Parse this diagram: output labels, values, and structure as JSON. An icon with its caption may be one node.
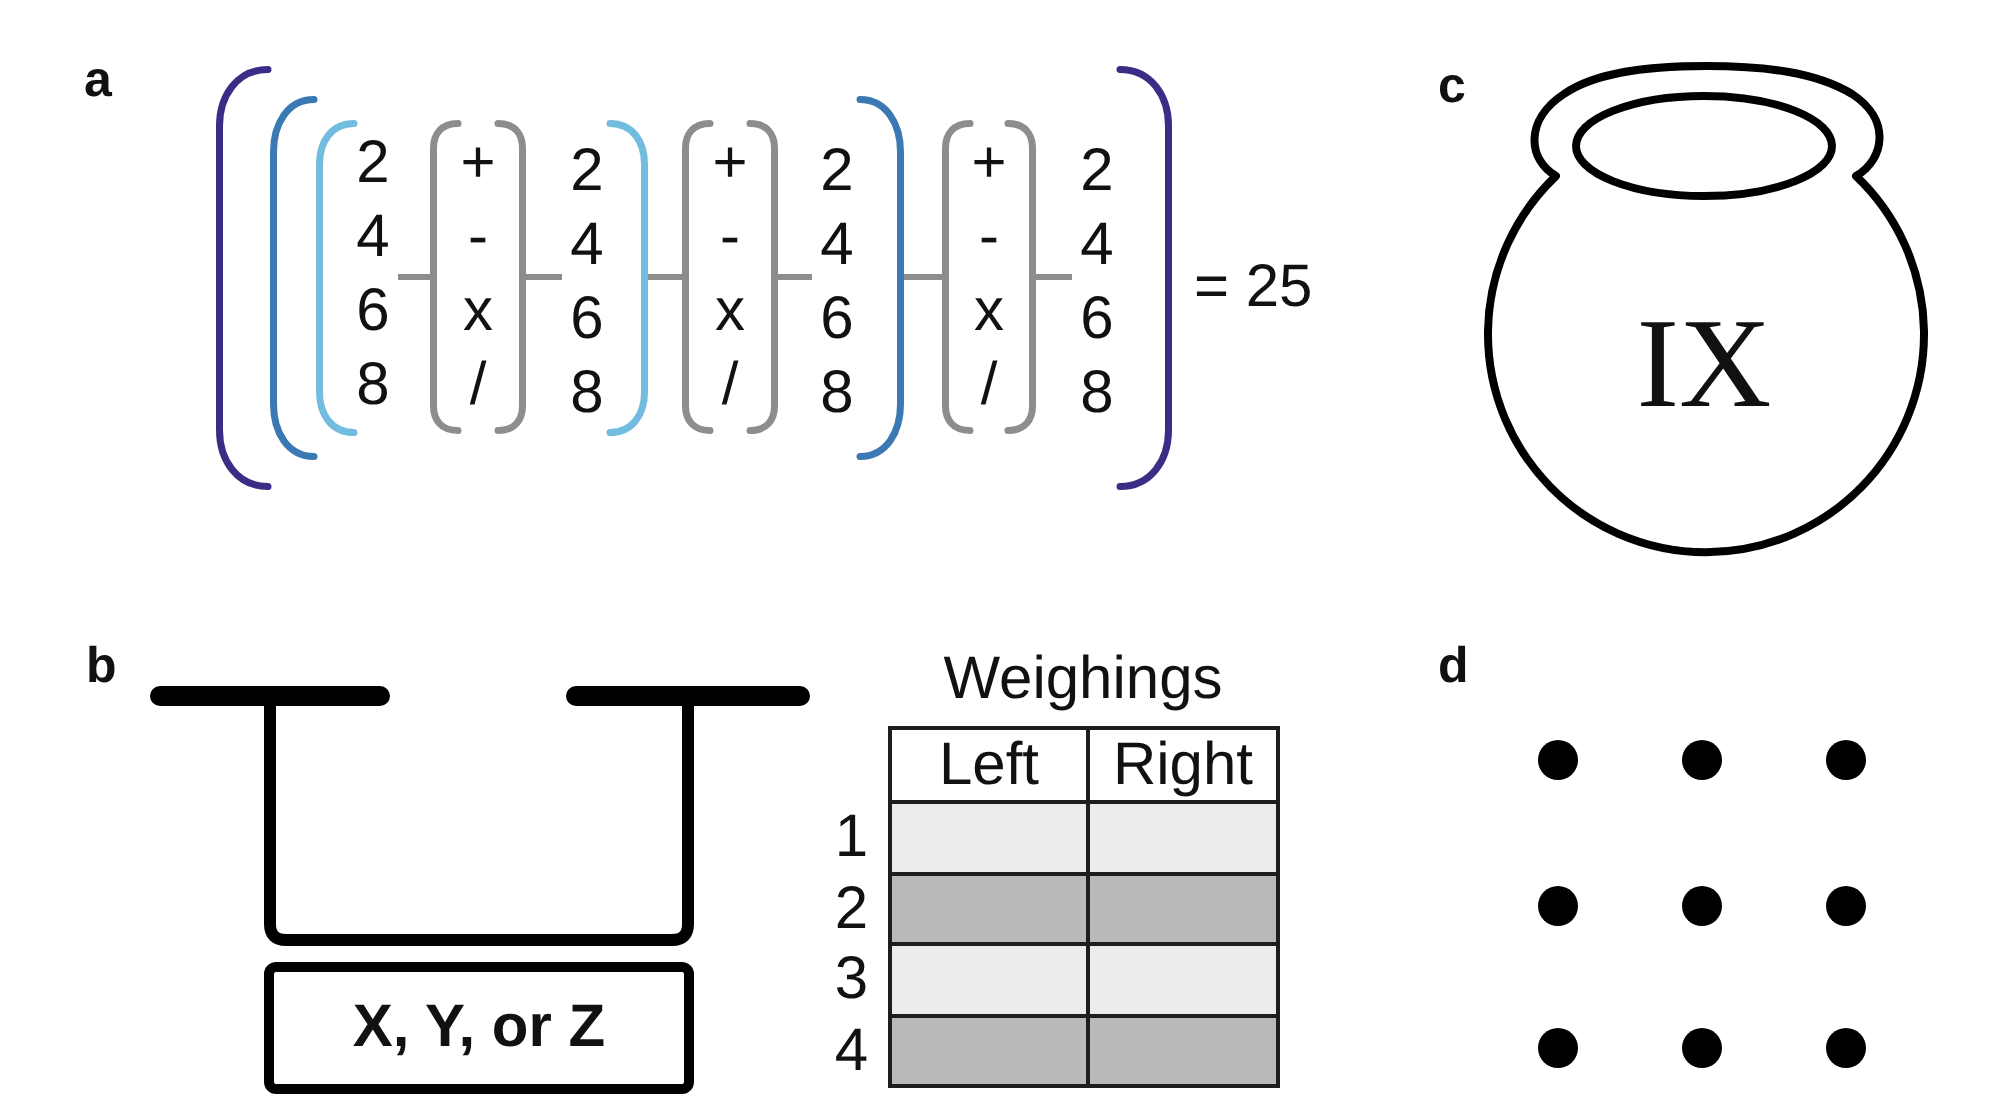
{
  "diagram": {
    "nodes": [
      {
        "text": [],
        "shape": "bracket"
      },
      {
        "text": [],
        "shape": "bracket",
        "in": 0
      },
      {
        "text": [],
        "shape": "bracket",
        "in": 1
      },
      {
        "text": [
          "2",
          "4",
          "6",
          "8"
        ],
        "in": 2
      },
      {
        "text": [
          "+",
          "-",
          "x",
          "/"
        ],
        "in": 2
      },
      {
        "text": [
          "2",
          "4",
          "6",
          "8"
        ],
        "in": 2
      },
      {
        "text": [
          "+",
          "-",
          "x",
          "/"
        ],
        "in": 1
      },
      {
        "text": [
          "2",
          "4",
          "6",
          "8"
        ],
        "in": 1
      },
      {
        "text": [
          "+",
          "-",
          "x",
          "/"
        ],
        "in": 0
      },
      {
        "text": [
          "2",
          "4",
          "6",
          "8"
        ],
        "in": 0
      },
      {
        "text": [
          "IX"
        ]
      },
      {
        "text": [
          "X, Y, or Z"
        ]
      }
    ],
    "edges": [
      {
        "from": 3,
        "to": 4,
        "arrow": "none"
      },
      {
        "from": 4,
        "to": 5,
        "arrow": "none"
      },
      {
        "from": 2,
        "to": 6,
        "arrow": "none"
      },
      {
        "from": 6,
        "to": 7,
        "arrow": "none"
      },
      {
        "from": 1,
        "to": 8,
        "arrow": "none"
      },
      {
        "from": 8,
        "to": 9,
        "arrow": "none"
      }
    ],
    "labels": [
      "a",
      "= 25",
      "c",
      "b",
      "Weighings",
      "Left",
      "Right",
      "1",
      "2",
      "3",
      "4",
      "d"
    ]
  }
}
